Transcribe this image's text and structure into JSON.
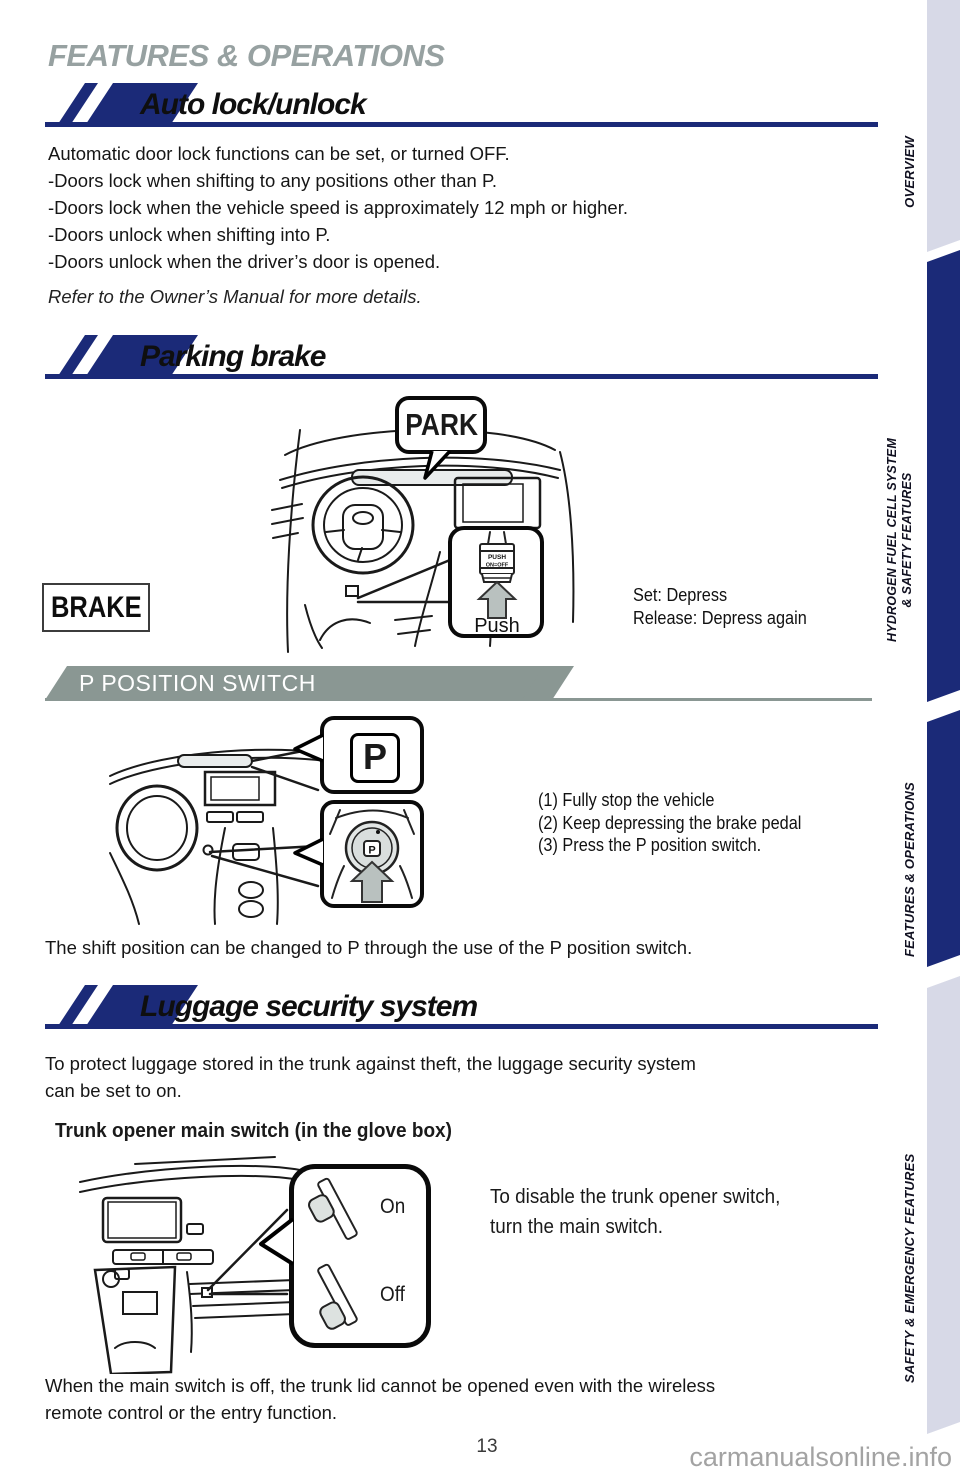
{
  "page": {
    "kicker": "FEATURES & OPERATIONS",
    "page_number": "13",
    "watermark": "carmanualsonline.info"
  },
  "theme": {
    "navy": "#1b2a78",
    "lavender": "#d7d9e7",
    "banner_gray": "#8a9793",
    "arrow_gray": "#b9c1bf",
    "kicker_gray": "#97a1a1"
  },
  "sidebar": {
    "tabs": [
      {
        "label": "OVERVIEW"
      },
      {
        "line1": "HYDROGEN FUEL CELL SYSTEM",
        "line2": "& SAFETY FEATURES"
      },
      {
        "label": "FEATURES & OPERATIONS"
      },
      {
        "label": "SAFETY & EMERGENCY FEATURES"
      }
    ]
  },
  "sections": {
    "auto_lock": {
      "title": "Auto lock/unlock",
      "body_lines": [
        "Automatic door lock functions can be set, or turned OFF.",
        "-Doors lock when shifting to any positions other than P.",
        "-Doors lock when the vehicle speed is approximately 12 mph or higher.",
        "-Doors unlock when shifting into P.",
        "-Doors unlock when the driver’s door is opened."
      ],
      "note": "Refer to the Owner’s Manual for more details."
    },
    "parking_brake": {
      "title": "Parking brake",
      "park_label": "PARK",
      "brake_label": "BRAKE",
      "switch_push": "PUSH",
      "switch_onoff": "ON=OFF",
      "push_label": "Push",
      "set_line": "Set: Depress",
      "release_line": "Release: Depress again",
      "p_banner": "P POSITION SWITCH",
      "p_indicator": "P",
      "p_button_label": "P",
      "steps": [
        "(1) Fully stop the vehicle",
        "(2) Keep depressing the brake pedal",
        "(3) Press the P position switch."
      ],
      "shift_note": "The shift position can be changed to P through the use of the P position switch."
    },
    "luggage": {
      "title": "Luggage security system",
      "intro_lines": [
        "To protect luggage stored in the trunk against theft, the luggage security system",
        "can be set to on."
      ],
      "subheading": "Trunk opener main switch (in the glove box)",
      "on_label": "On",
      "off_label": "Off",
      "disable_lines": [
        "To disable the trunk opener switch,",
        "turn the main switch."
      ],
      "footer_lines": [
        "When the main switch is off, the trunk lid cannot be opened even with the wireless",
        "remote control or the entry function."
      ]
    }
  }
}
